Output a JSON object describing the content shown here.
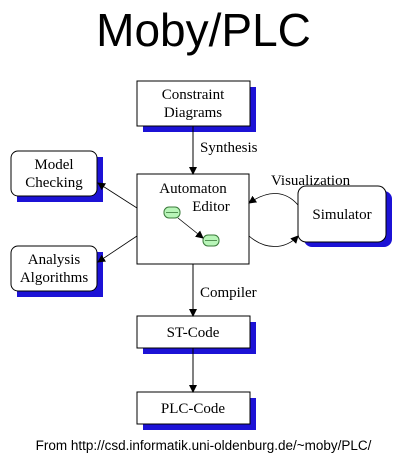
{
  "title": "Moby/PLC",
  "caption": "From http://csd.informatik.uni-oldenburg.de/~moby/PLC/",
  "colors": {
    "shadow": "#1c12d6",
    "state_fill": "#b8f5b8",
    "state_stroke": "#3a7a3a"
  },
  "boxes": {
    "constraint_diagrams": [
      "Constraint",
      "Diagrams"
    ],
    "model_checking": [
      "Model",
      "Checking"
    ],
    "automaton_editor": [
      "Automaton",
      "Editor"
    ],
    "simulator": "Simulator",
    "analysis_algorithms": [
      "Analysis",
      "Algorithms"
    ],
    "st_code": "ST-Code",
    "plc_code": "PLC-Code"
  },
  "edge_labels": {
    "synthesis": "Synthesis",
    "visualization": "Visualization",
    "compiler": "Compiler"
  }
}
